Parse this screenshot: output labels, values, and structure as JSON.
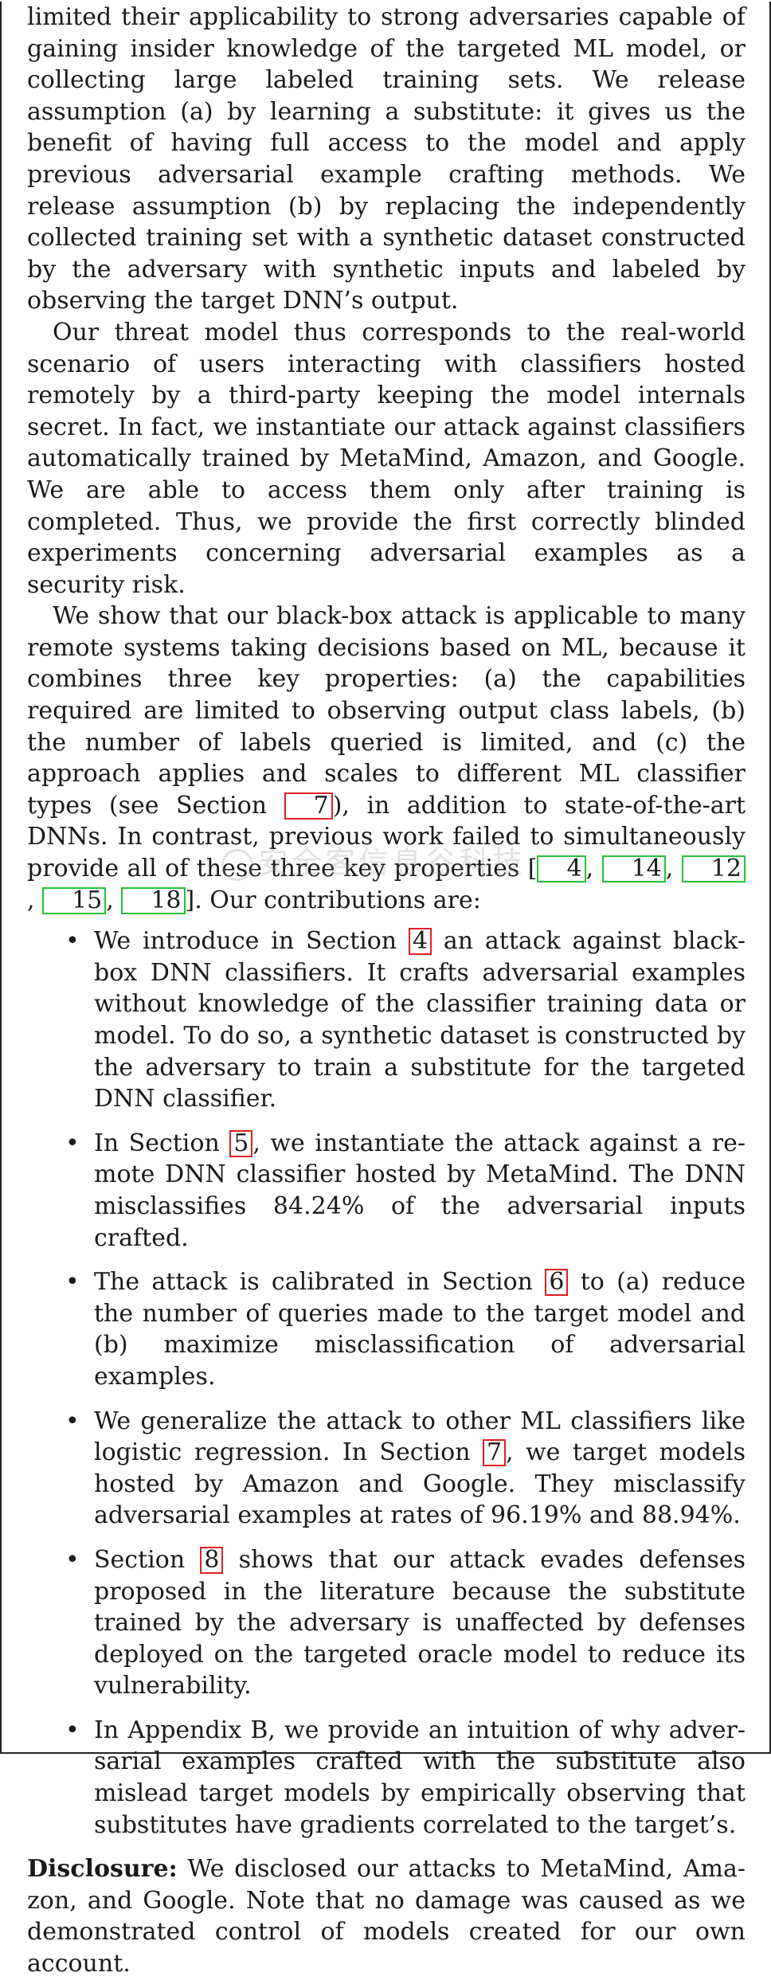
{
  "para1": "limited their applicability to strong adversaries capable of gaining insider knowledge of the targeted ML model, or col­lecting large labeled training sets. We release assumption (a) by learning a substitute: it gives us the benefit of having full access to the model and apply previous adversarial example crafting methods. We release assumption (b) by replacing the independently collected training set with a synthetic dataset constructed by the adversary with synthetic inputs and labeled by observing the target DNN’s output.",
  "para2": "Our threat model thus corresponds to the real-world sce­nario of users interacting with classifiers hosted remotely by a third-party keeping the model internals secret. In fact, we instantiate our attack against classifiers automatically trained by MetaMind, Amazon, and Google. We are able to access them only after training is completed. Thus, we provide the first correctly blinded experiments concerning adversarial examples as a security risk.",
  "para3": {
    "a": "We show that our black-box attack is applicable to many remote systems taking decisions based on ML, because it combines three key properties: (a) the capabilities required are limited to observing output class labels, (b) the number of labels queried is limited, and (c) the approach applies and scales to different ML classifier types (see Section ",
    "ref1": "7",
    "b": "), in addition to state-of-the-art DNNs. In contrast, previous work failed to simultaneously provide all of these three key properties [",
    "cites": [
      "4",
      "14",
      "12",
      "15",
      "18"
    ],
    "sep": ", ",
    "c": "]. Our contributions are:"
  },
  "bullets": [
    {
      "pre": "We introduce in Section ",
      "ref": "4",
      "post": " an attack against black-box DNN classifiers. It crafts adversarial examples without knowledge of the classifier training data or model. To do so, a synthetic dataset is constructed by the adversary to train a substitute for the targeted DNN classifier."
    },
    {
      "pre": "In Section ",
      "ref": "5",
      "post": ", we instantiate the attack against a re­mote DNN classifier hosted by MetaMind. The DNN misclassifies 84.24% of the adversarial inputs crafted."
    },
    {
      "pre": "The attack is calibrated in Section ",
      "ref": "6",
      "post": " to (a) reduce the number of queries made to the target model and (b) maximize misclassification of adversarial examples."
    },
    {
      "pre": "We generalize the attack to other ML classifiers like lo­gistic regression. In Section ",
      "ref": "7",
      "post": ", we target models hosted by Amazon and Google. They misclassify adversarial examples at rates of 96.19% and 88.94%."
    },
    {
      "pre": "Section ",
      "ref": "8",
      "post": " shows that our attack evades defenses pro­posed in the literature because the substitute trained by the adversary is unaffected by defenses deployed on the targeted oracle model to reduce its vulnerability."
    },
    {
      "text": "In Appendix B, we provide an intuition of why adver­sarial examples crafted with the substitute also mislead target models by empirically observing that substitutes have gradients correlated to the target’s."
    }
  ],
  "disclosure": {
    "label": "Disclosure:",
    "text": " We disclosed our attacks to MetaMind, Ama­zon, and Google. Note that no damage was caused as we demonstrated control of models created for our own account."
  },
  "watermark": "安全客信息谷科技",
  "colors": {
    "section_ref_box": "#e02020",
    "citation_box": "#23c23a"
  }
}
